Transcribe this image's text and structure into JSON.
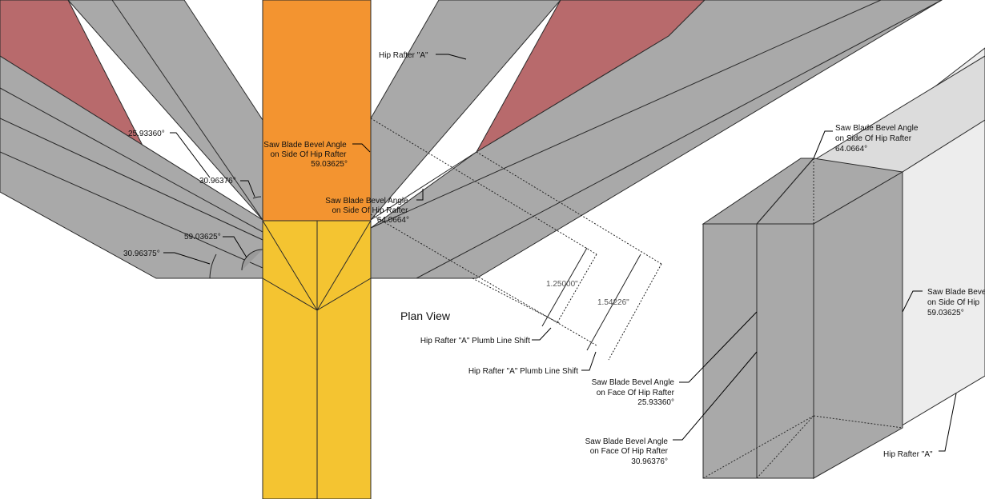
{
  "colors": {
    "rafter_fill": "#a9a9a9",
    "rafter_stroke": "#2a2a2a",
    "triangle_fill": "#b86a6c",
    "ridge_orange": "#f39430",
    "ridge_yellow": "#f4c431",
    "light_face": "#ededed",
    "leader": "#000000"
  },
  "plan_view": {
    "title": "Plan View",
    "angles": {
      "a1": "25.93360°",
      "a2": "30.96376°",
      "a3": "59.03625°",
      "a4": "30.96375°"
    },
    "bevel_side_1": {
      "line1": "Saw Blade Bevel Angle",
      "line2": "on Side Of Hip Rafter",
      "line3": "59.03625°"
    },
    "bevel_side_2": {
      "line1": "Saw Blade Bevel Angle",
      "line2": "on Side Of Hip Rafter",
      "line3": "64.0664°"
    },
    "hip_rafter_a": "Hip Rafter \"A\"",
    "dim_1": "1.25000\"",
    "dim_2": "1.54226\"",
    "plumb_shift_1": "Hip Rafter \"A\"  Plumb Line Shift",
    "plumb_shift_2": "Hip Rafter \"A\" Plumb Line Shift"
  },
  "iso_view": {
    "bevel_side_top": {
      "line1": "Saw Blade Bevel Angle",
      "line2": "on Side Of Hip Rafter",
      "line3": "64.0664°"
    },
    "bevel_side_right": {
      "line1": "Saw Blade Bevel",
      "line2": "on Side Of Hip",
      "line3": "59.03625°"
    },
    "bevel_face_1": {
      "line1": "Saw Blade Bevel Angle",
      "line2": "on Face Of Hip Rafter",
      "line3": "25.93360°"
    },
    "bevel_face_2": {
      "line1": "Saw Blade Bevel Angle",
      "line2": "on Face Of Hip Rafter",
      "line3": "30.96376°"
    },
    "hip_rafter_a": "Hip Rafter \"A\""
  }
}
